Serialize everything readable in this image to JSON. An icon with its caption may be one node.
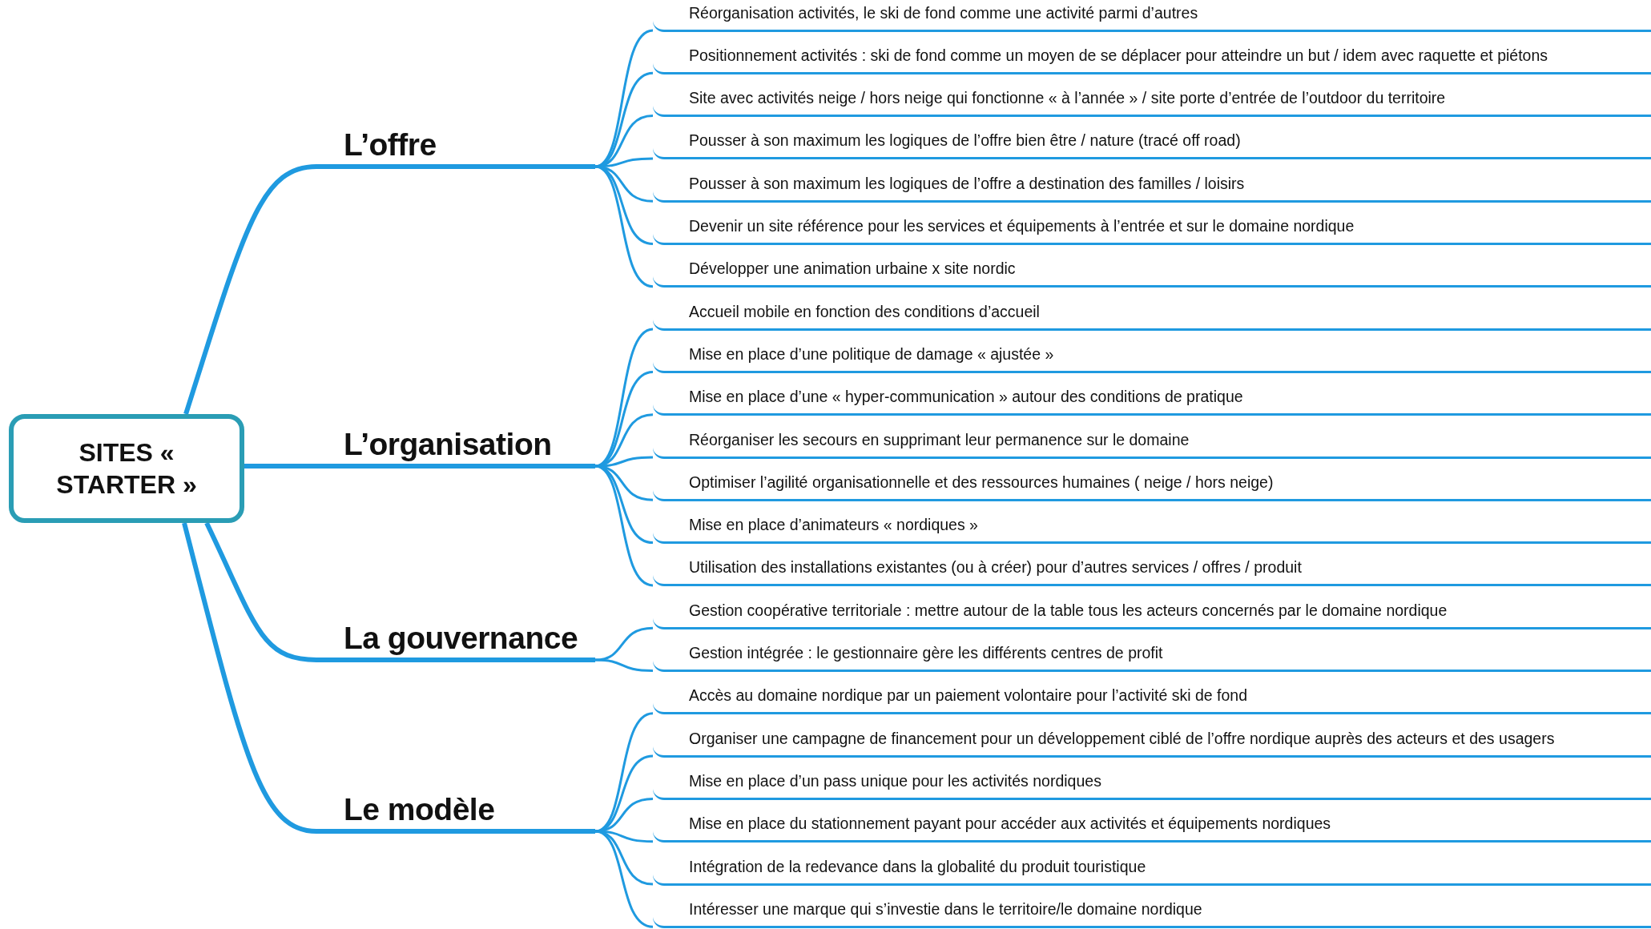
{
  "diagram": {
    "nodes": [
      {
        "text": [
          "SITES « STARTER »"
        ]
      },
      {
        "text": [
          "L’offre"
        ]
      },
      {
        "text": [
          "Réorganisation activités, le ski de fond comme une activité parmi d’autres"
        ]
      },
      {
        "text": [
          "Positionnement activités : ski de fond comme un moyen de se déplacer pour atteindre un but / idem avec raquette et piétons"
        ]
      },
      {
        "text": [
          "Site avec activités neige / hors neige qui fonctionne « à l’année » / site porte d’entrée de l’outdoor du territoire"
        ]
      },
      {
        "text": [
          "Pousser à son maximum les logiques de l’offre bien être / nature (tracé off road)"
        ]
      },
      {
        "text": [
          "Pousser à son maximum les logiques de l’offre a destination des familles / loisirs"
        ]
      },
      {
        "text": [
          "Devenir un site référence pour les services et équipements à l’entrée et sur le domaine nordique"
        ]
      },
      {
        "text": [
          "Développer une animation urbaine x site nordic"
        ]
      },
      {
        "text": [
          "L’organisation"
        ]
      },
      {
        "text": [
          "Accueil mobile en fonction des conditions d’accueil"
        ]
      },
      {
        "text": [
          "Mise en place d’une politique de damage « ajustée »"
        ]
      },
      {
        "text": [
          "Mise en place d’une « hyper-communication » autour des conditions de pratique"
        ]
      },
      {
        "text": [
          "Réorganiser les secours en supprimant leur permanence sur le domaine"
        ]
      },
      {
        "text": [
          "Optimiser l’agilité organisationnelle et des ressources humaines ( neige / hors neige)"
        ]
      },
      {
        "text": [
          "Mise en place d’animateurs « nordiques »"
        ]
      },
      {
        "text": [
          "Utilisation des installations existantes (ou à créer) pour d’autres services / offres / produit"
        ]
      },
      {
        "text": [
          "La gouvernance"
        ]
      },
      {
        "text": [
          "Gestion coopérative territoriale : mettre autour de la table tous les acteurs concernés par le domaine nordique"
        ]
      },
      {
        "text": [
          "Gestion intégrée : le gestionnaire gère les différents centres de profit"
        ]
      },
      {
        "text": [
          "Le modèle"
        ]
      },
      {
        "text": [
          "Accès au domaine nordique par un paiement volontaire pour l’activité ski de fond"
        ]
      },
      {
        "text": [
          "Organiser une campagne de financement pour un développement ciblé de l’offre nordique auprès des acteurs et des usagers"
        ]
      },
      {
        "text": [
          "Mise en place d’un pass unique pour les activités nordiques"
        ]
      },
      {
        "text": [
          "Mise en place du stationnement payant pour accéder aux activités et équipements nordiques"
        ]
      },
      {
        "text": [
          "Intégration de la redevance dans la globalité du produit touristique"
        ]
      },
      {
        "text": [
          "Intéresser une marque qui s’investie dans le territoire/le domaine nordique"
        ]
      }
    ],
    "edges": [
      {
        "from": 0,
        "to": 1,
        "arrow": "none"
      },
      {
        "from": 0,
        "to": 9,
        "arrow": "none"
      },
      {
        "from": 0,
        "to": 17,
        "arrow": "none"
      },
      {
        "from": 0,
        "to": 20,
        "arrow": "none"
      },
      {
        "from": 1,
        "to": 2,
        "arrow": "none"
      },
      {
        "from": 1,
        "to": 3,
        "arrow": "none"
      },
      {
        "from": 1,
        "to": 4,
        "arrow": "none"
      },
      {
        "from": 1,
        "to": 5,
        "arrow": "none"
      },
      {
        "from": 1,
        "to": 6,
        "arrow": "none"
      },
      {
        "from": 1,
        "to": 7,
        "arrow": "none"
      },
      {
        "from": 1,
        "to": 8,
        "arrow": "none"
      },
      {
        "from": 9,
        "to": 10,
        "arrow": "none"
      },
      {
        "from": 9,
        "to": 11,
        "arrow": "none"
      },
      {
        "from": 9,
        "to": 12,
        "arrow": "none"
      },
      {
        "from": 9,
        "to": 13,
        "arrow": "none"
      },
      {
        "from": 9,
        "to": 14,
        "arrow": "none"
      },
      {
        "from": 9,
        "to": 15,
        "arrow": "none"
      },
      {
        "from": 9,
        "to": 16,
        "arrow": "none"
      },
      {
        "from": 17,
        "to": 18,
        "arrow": "none"
      },
      {
        "from": 17,
        "to": 19,
        "arrow": "none"
      },
      {
        "from": 20,
        "to": 21,
        "arrow": "none"
      },
      {
        "from": 20,
        "to": 22,
        "arrow": "none"
      },
      {
        "from": 20,
        "to": 23,
        "arrow": "none"
      },
      {
        "from": 20,
        "to": 24,
        "arrow": "none"
      },
      {
        "from": 20,
        "to": 25,
        "arrow": "none"
      },
      {
        "from": 20,
        "to": 26,
        "arrow": "none"
      }
    ]
  }
}
